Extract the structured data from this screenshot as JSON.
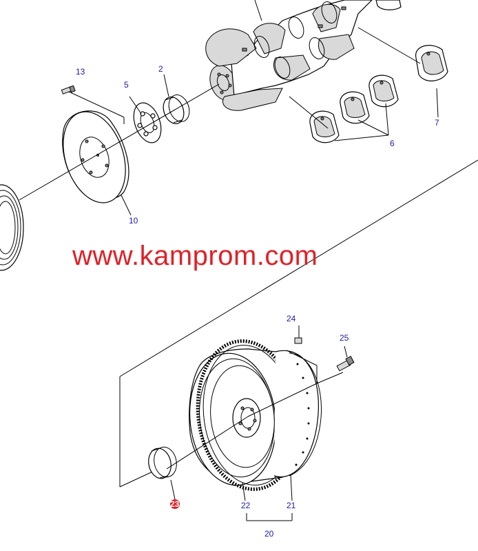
{
  "watermark": "www.kamprom.com",
  "callouts": {
    "c13": "13",
    "c5": "5",
    "c2": "2",
    "c10": "10",
    "c6": "6",
    "c7": "7",
    "c24": "24",
    "c25": "25",
    "c23": "23",
    "c22": "22",
    "c21": "21",
    "c20": "20"
  },
  "colors": {
    "callout": "#1a1aa8",
    "watermark": "#e21f26",
    "highlight": "#e21f26"
  }
}
